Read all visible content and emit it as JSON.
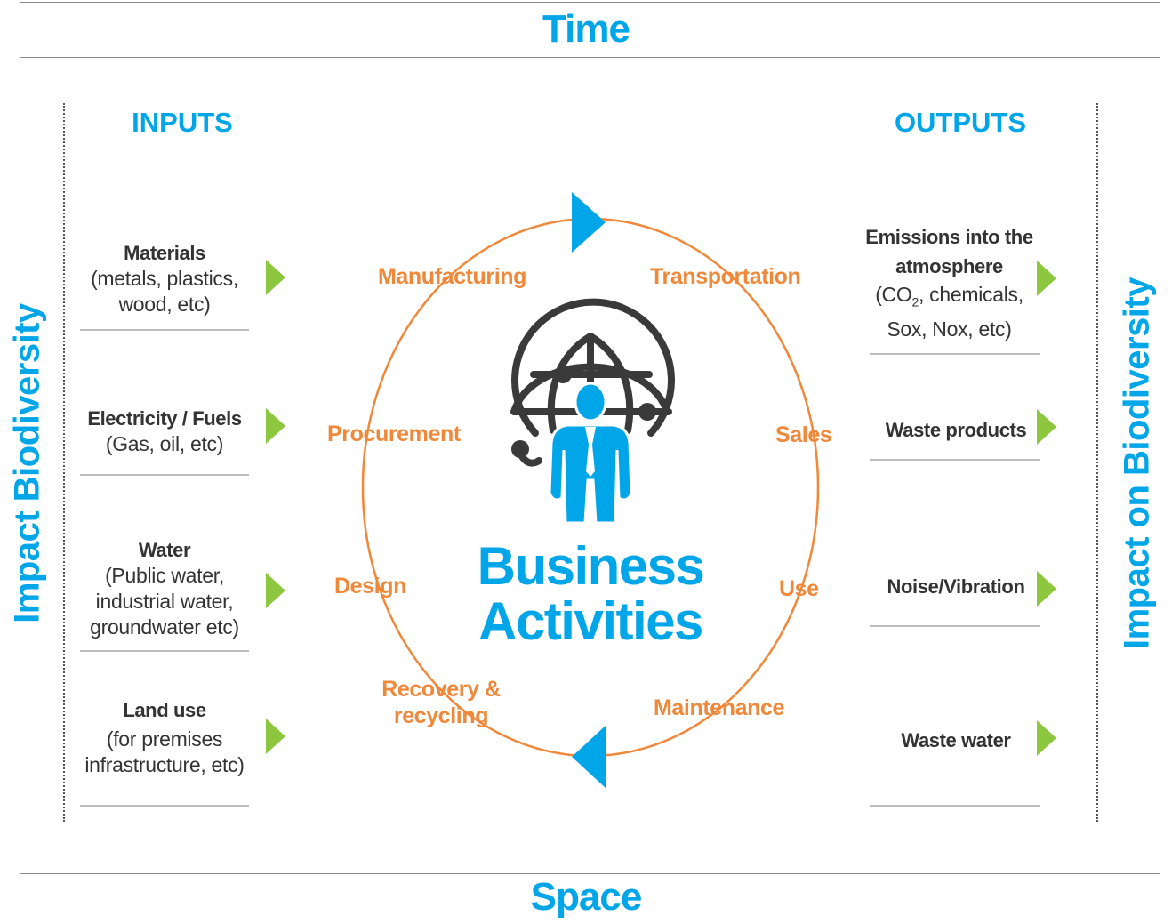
{
  "top_axis": "Time",
  "bottom_axis": "Space",
  "left_side_title": "Impact Biodiversity",
  "right_side_title": "Impact on Biodiversity",
  "inputs": {
    "heading": "INPUTS",
    "items": [
      {
        "title": "Materials",
        "detail": "(metals, plastics, wood, etc)"
      },
      {
        "title": "Electricity / Fuels",
        "detail": "(Gas, oil, etc)"
      },
      {
        "title": "Water",
        "detail": "(Public water, industrial water, groundwater etc)"
      },
      {
        "title": "Land use",
        "detail": "(for premises infrastructure, etc)"
      }
    ]
  },
  "outputs": {
    "heading": "OUTPUTS",
    "items": [
      {
        "title": "Emissions into the atmosphere",
        "detail_pre": "(CO",
        "detail_sub": "2",
        "detail_post": ", chemicals, Sox, Nox, etc)"
      },
      {
        "title": "Waste products"
      },
      {
        "title": "Noise/Vibration"
      },
      {
        "title": "Waste water"
      }
    ]
  },
  "center": {
    "line1": "Business",
    "line2": "Activities"
  },
  "activities": [
    "Manufacturing",
    "Transportation",
    "Procurement",
    "Sales",
    "Design",
    "Use",
    "Recovery & recycling",
    "Maintenance"
  ],
  "colors": {
    "blue": "#00a6e8",
    "orange": "#f0883a",
    "green": "#8dc63f",
    "dark": "#3a3a3a",
    "grey_line": "#bdbdbd"
  },
  "icons": {
    "center": "globe-businessman-icon",
    "arrows": "play-triangle-icon"
  }
}
